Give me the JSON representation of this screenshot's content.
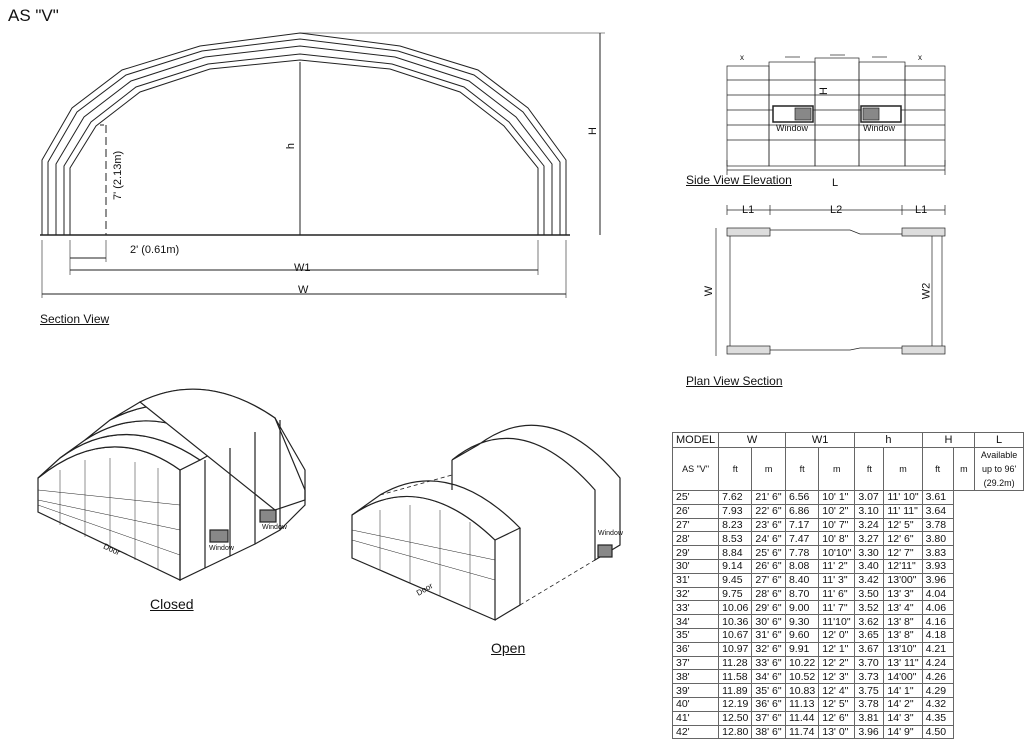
{
  "title": "AS \"V\"",
  "section_view": {
    "caption": "Section View",
    "dims": {
      "door_height": "7' (2.13m)",
      "h": "h",
      "H": "H",
      "offset": "2' (0.61m)",
      "W1": "W1",
      "W": "W"
    }
  },
  "side_view": {
    "caption": "Side View Elevation",
    "window_label": "Window",
    "x_mark": "x",
    "H": "H",
    "L": "L"
  },
  "plan_view": {
    "caption": "Plan View Section",
    "L1": "L1",
    "L2": "L2",
    "W": "W",
    "W2": "W2"
  },
  "perspective": {
    "closed_label": "Closed",
    "open_label": "Open",
    "door_label": "Door",
    "window_label": "Window"
  },
  "table": {
    "headers": [
      "MODEL",
      "W",
      "W1",
      "h",
      "H",
      "L"
    ],
    "units": [
      "ft",
      "m",
      "ft",
      "m",
      "ft",
      "m",
      "ft",
      "m"
    ],
    "model": "AS \"V\"",
    "L_note": "Available up to 96' (29.2m)",
    "rows": [
      [
        "25'",
        "7.62",
        "21' 6\"",
        "6.56",
        "10' 1\"",
        "3.07",
        "11' 10\"",
        "3.61"
      ],
      [
        "26'",
        "7.93",
        "22' 6\"",
        "6.86",
        "10' 2\"",
        "3.10",
        "11' 11\"",
        "3.64"
      ],
      [
        "27'",
        "8.23",
        "23' 6\"",
        "7.17",
        "10' 7\"",
        "3.24",
        "12' 5\"",
        "3.78"
      ],
      [
        "28'",
        "8.53",
        "24' 6\"",
        "7.47",
        "10' 8\"",
        "3.27",
        "12' 6\"",
        "3.80"
      ],
      [
        "29'",
        "8.84",
        "25' 6\"",
        "7.78",
        "10'10\"",
        "3.30",
        "12' 7\"",
        "3.83"
      ],
      [
        "30'",
        "9.14",
        "26' 6\"",
        "8.08",
        "11' 2\"",
        "3.40",
        "12'11\"",
        "3.93"
      ],
      [
        "31'",
        "9.45",
        "27' 6\"",
        "8.40",
        "11' 3\"",
        "3.42",
        "13'00\"",
        "3.96"
      ],
      [
        "32'",
        "9.75",
        "28' 6\"",
        "8.70",
        "11' 6\"",
        "3.50",
        "13' 3\"",
        "4.04"
      ],
      [
        "33'",
        "10.06",
        "29' 6\"",
        "9.00",
        "11' 7\"",
        "3.52",
        "13' 4\"",
        "4.06"
      ],
      [
        "34'",
        "10.36",
        "30' 6\"",
        "9.30",
        "11'10\"",
        "3.62",
        "13' 8\"",
        "4.16"
      ],
      [
        "35'",
        "10.67",
        "31' 6\"",
        "9.60",
        "12' 0\"",
        "3.65",
        "13' 8\"",
        "4.18"
      ],
      [
        "36'",
        "10.97",
        "32' 6\"",
        "9.91",
        "12' 1\"",
        "3.67",
        "13'10\"",
        "4.21"
      ],
      [
        "37'",
        "11.28",
        "33' 6\"",
        "10.22",
        "12' 2\"",
        "3.70",
        "13' 11\"",
        "4.24"
      ],
      [
        "38'",
        "11.58",
        "34' 6\"",
        "10.52",
        "12' 3\"",
        "3.73",
        "14'00\"",
        "4.26"
      ],
      [
        "39'",
        "11.89",
        "35' 6\"",
        "10.83",
        "12' 4\"",
        "3.75",
        "14' 1\"",
        "4.29"
      ],
      [
        "40'",
        "12.19",
        "36' 6\"",
        "11.13",
        "12' 5\"",
        "3.78",
        "14' 2\"",
        "4.32"
      ],
      [
        "41'",
        "12.50",
        "37' 6\"",
        "11.44",
        "12' 6\"",
        "3.81",
        "14' 3\"",
        "4.35"
      ],
      [
        "42'",
        "12.80",
        "38' 6\"",
        "11.74",
        "13' 0\"",
        "3.96",
        "14' 9\"",
        "4.50"
      ]
    ]
  }
}
